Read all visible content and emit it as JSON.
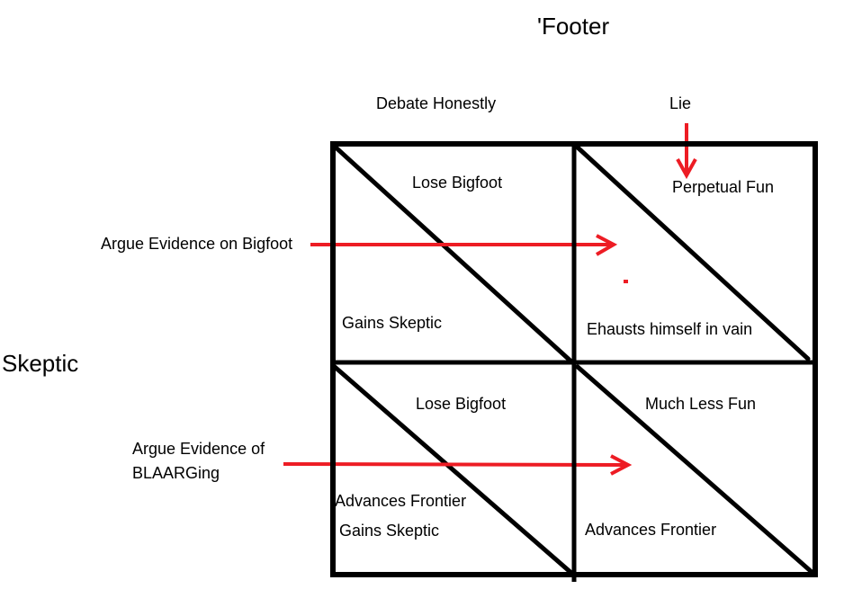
{
  "colors": {
    "ink": "#000000",
    "red": "#ED1C24"
  },
  "title": "'Footer",
  "player_left": "Skeptic",
  "column_headers": {
    "left": "Debate Honestly",
    "right": "Lie"
  },
  "row_labels": {
    "row1": "Argue Evidence on Bigfoot",
    "row2_line1": "Argue Evidence of",
    "row2_line2": "BLAARGing"
  },
  "cells": {
    "top_left": {
      "upper": "Lose Bigfoot",
      "lower": "Gains Skeptic"
    },
    "top_right": {
      "upper": "Perpetual Fun",
      "lower": "Ehausts himself in vain"
    },
    "bottom_left": {
      "upper": "Lose Bigfoot",
      "lower_line1": "Advances Frontier",
      "lower_line2": "Gains Skeptic"
    },
    "bottom_right": {
      "upper": "Much Less Fun",
      "lower": "Advances Frontier"
    }
  }
}
